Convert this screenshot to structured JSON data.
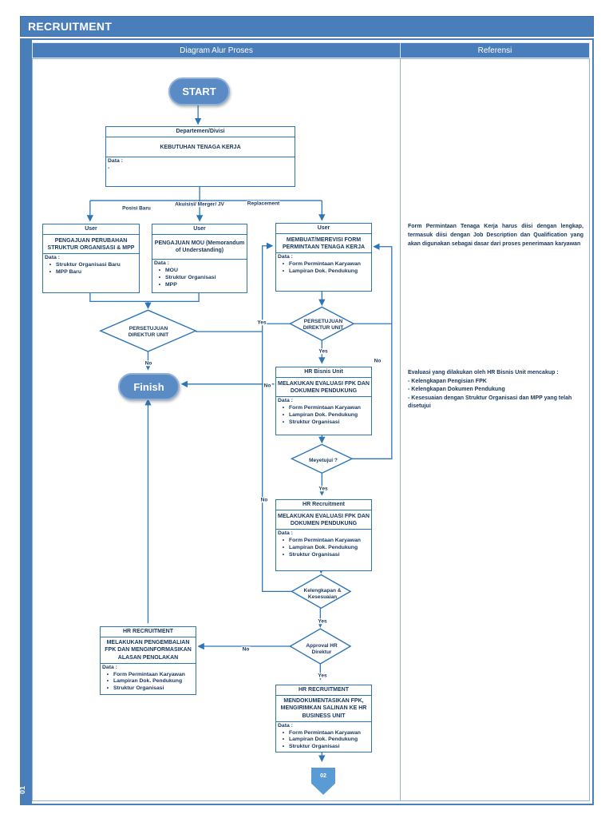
{
  "title": "RECRUITMENT",
  "page_number": "01",
  "columns": {
    "flow": "Diagram Alur Proses",
    "ref": "Referensi"
  },
  "terminators": {
    "start": "START",
    "finish": "Finish"
  },
  "offpage_connector": "02",
  "ui": {
    "bullet": "•"
  },
  "edge_labels": {
    "posisi_baru": "Posisi Baru",
    "akuisisi": "Akuisisi/ Merger/ JV",
    "replacement": "Replacement",
    "yes": "Yes",
    "no": "No"
  },
  "nodes": {
    "dept": {
      "header": "Departemen/Divisi",
      "title": "KEBUTUHAN TENAGA KERJA",
      "data_label": "Data :",
      "items": [
        "-"
      ]
    },
    "box_struktur": {
      "header": "User",
      "title": "PENGAJUAN PERUBAHAN STRUKTUR ORGANISASI & MPP",
      "data_label": "Data :",
      "items": [
        "Struktur Organisasi Baru",
        "MPP Baru"
      ]
    },
    "box_mou": {
      "header": "User",
      "title": "PENGAJUAN MOU (Memorandum of Understanding)",
      "data_label": "Data :",
      "items": [
        "MOU",
        "Struktur Organisasi",
        "MPP"
      ]
    },
    "box_fpk": {
      "header": "User",
      "title": "MEMBUAT/MEREVISI FORM PERMINTAAN TENAGA KERJA",
      "data_label": "Data :",
      "items": [
        "Form Permintaan Karyawan",
        "Lampiran Dok. Pendukung"
      ]
    },
    "box_hrbu": {
      "header": "HR Bisnis Unit",
      "title": "MELAKUKAN EVALUASI FPK DAN DOKUMEN PENDUKUNG",
      "data_label": "Data :",
      "items": [
        "Form Permintaan Karyawan",
        "Lampiran Dok. Pendukung",
        "Struktur Organisasi"
      ]
    },
    "box_hrrec": {
      "header": "HR Recruitment",
      "title": "MELAKUKAN EVALUASI FPK DAN DOKUMEN PENDUKUNG",
      "data_label": "Data :",
      "items": [
        "Form Permintaan Karyawan",
        "Lampiran Dok. Pendukung",
        "Struktur Organisasi"
      ]
    },
    "box_return": {
      "header": "HR RECRUITMENT",
      "title": "MELAKUKAN PENGEMBALIAN FPK DAN MENGINFORMASIKAN ALASAN PENOLAKAN",
      "data_label": "Data :",
      "items": [
        "Form Permintaan Karyawan",
        "Lampiran Dok. Pendukung",
        "Struktur Organisasi"
      ]
    },
    "box_doc": {
      "header": "HR RECRUITMENT",
      "title": "MENDOKUMENTASIKAN FPK, MENGIRIMKAN SALINAN KE HR BUSINESS UNIT",
      "data_label": "Data :",
      "items": [
        "Form Permintaan Karyawan",
        "Lampiran Dok. Pendukung",
        "Struktur Organisasi"
      ]
    },
    "diamond_persetujuan_left": "PERSETUJUAN DIREKTUR UNIT",
    "diamond_persetujuan_right": "PERSETUJUAN DIREKTUR UNIT",
    "diamond_meyetujui": "Meyetujui ?",
    "diamond_kelengkapan": "Kelengkapan & Kesesuaian",
    "diamond_approval": "Approval HR Direktur"
  },
  "referensi": {
    "note1": "Form Permintaan Tenaga Kerja harus diisi dengan lengkap, termasuk diisi dengan Job Description dan Qualification yang akan digunakan sebagai dasar dari proses penerimaan karyawan",
    "note2": "Evaluasi yang dilakukan oleh HR Bisnis Unit mencakup :\n- Kelengkapan Pengisian FPK\n- Kelengkapan Dokumen Pendukung\n- Kesesuaian dengan Struktur Organisasi dan MPP yang telah disetujui"
  },
  "colors": {
    "primary": "#4a7ebb",
    "line": "#2e75b6",
    "text": "#17365d",
    "connector_fill": "#5b9bd5"
  }
}
